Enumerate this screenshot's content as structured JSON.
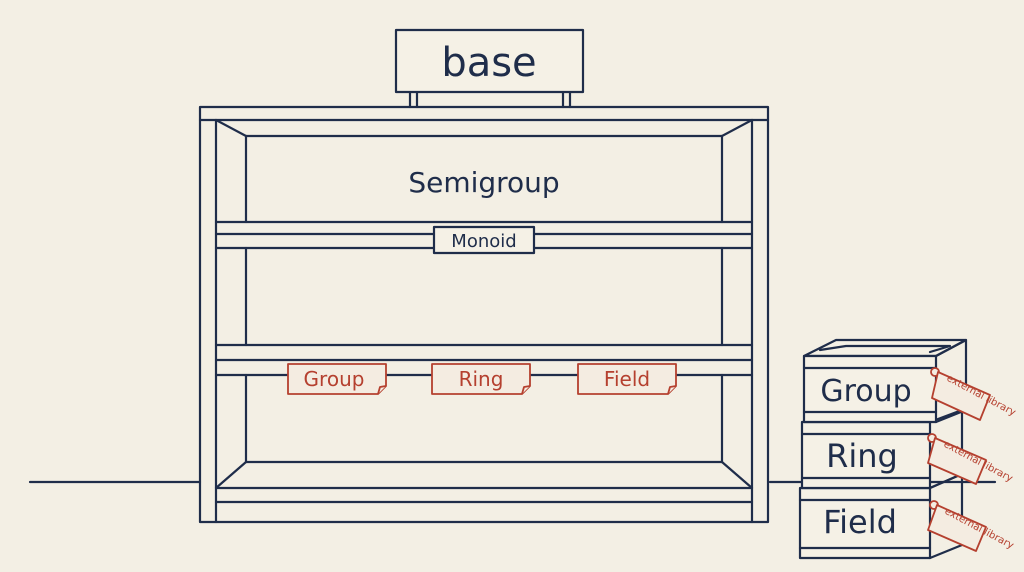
{
  "shelf": {
    "sign": "base",
    "top_label": "Semigroup",
    "shelf1_label": "Monoid",
    "shelf2_tags": [
      "Group",
      "Ring",
      "Field"
    ]
  },
  "crates": [
    {
      "label": "Group",
      "tag": "external library"
    },
    {
      "label": "Ring",
      "tag": "external library"
    },
    {
      "label": "Field",
      "tag": "external library"
    }
  ],
  "colors": {
    "ink": "#1f2d4a",
    "accent": "#b5402f",
    "background": "#f3efe4"
  }
}
